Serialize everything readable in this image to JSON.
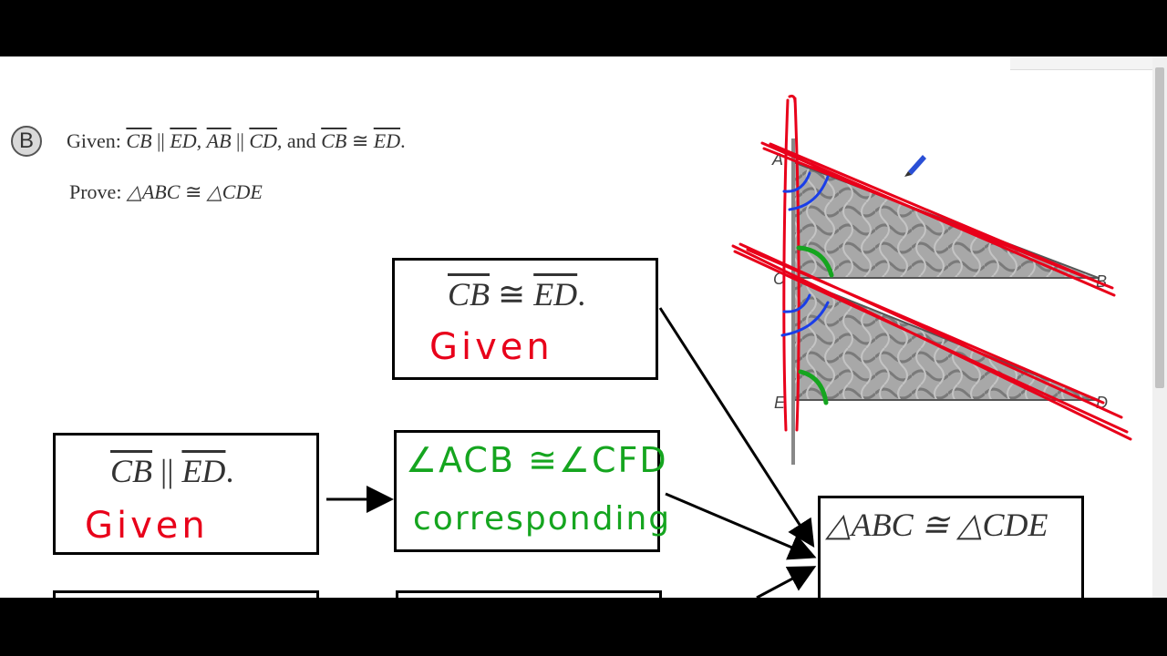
{
  "problem": {
    "badge": "B",
    "given_lead": "Given: ",
    "given_s1": "CB",
    "given_par1": " || ",
    "given_s2": "ED",
    "given_comma": ", ",
    "given_s3": "AB",
    "given_par2": " || ",
    "given_s4": "CD",
    "given_and": ", and ",
    "given_s5": "CB",
    "given_cong": " ≅ ",
    "given_s6": "ED",
    "given_end": ".",
    "prove_lead": "Prove: ",
    "prove_t1": "△ABC",
    "prove_cong": " ≅ ",
    "prove_t2": "△CDE"
  },
  "flowchart": {
    "box1": {
      "seg1": "CB",
      "cong": " ≅ ",
      "seg2": "ED",
      "end": ".",
      "reason": "Given"
    },
    "box2": {
      "seg1": "CB",
      "par": " || ",
      "seg2": "ED",
      "end": ".",
      "reason": "Given"
    },
    "box3": {
      "statement": "∠ACB ≅∠CFD",
      "reason": "corresponding"
    },
    "box4": {
      "statement": "△ABC ≅ △CDE"
    }
  },
  "diagram": {
    "labels": {
      "a": "A",
      "b": "B",
      "c": "C",
      "d": "D",
      "e": "E"
    },
    "colors": {
      "red_ink": "#e8001a",
      "blue_ink": "#1a3ee8",
      "green_ink": "#15a51f",
      "fill": "#a8a8a8"
    }
  },
  "tools": {
    "pen_icon": "pen-cursor-icon"
  }
}
